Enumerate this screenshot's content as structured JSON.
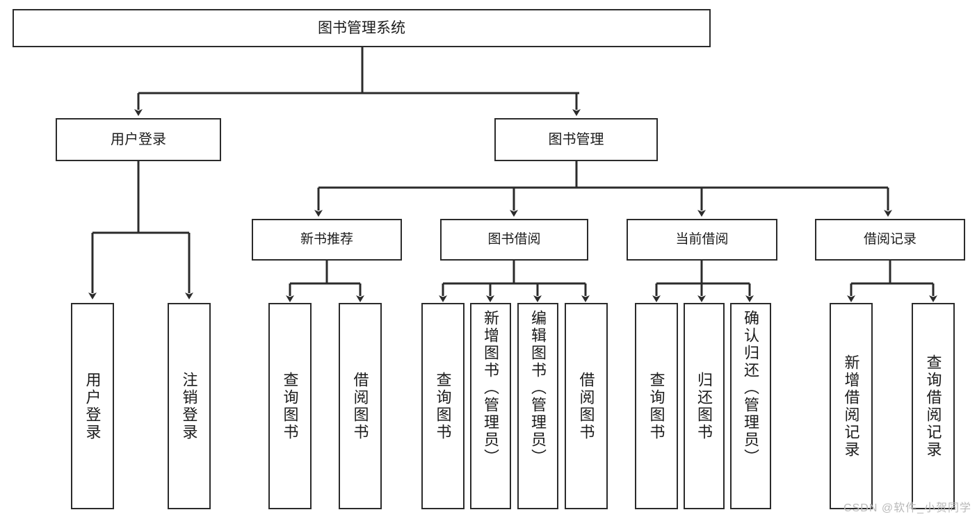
{
  "diagram": {
    "title": "图书管理系统",
    "type": "tree-hierarchy",
    "root": {
      "id": "root",
      "label": "图书管理系统"
    },
    "level1": [
      {
        "id": "user-login",
        "label": "用户登录"
      },
      {
        "id": "book-manage",
        "label": "图书管理"
      }
    ],
    "level2": [
      {
        "id": "new-book-recommend",
        "label": "新书推荐",
        "parent": "book-manage"
      },
      {
        "id": "book-borrow",
        "label": "图书借阅",
        "parent": "book-manage"
      },
      {
        "id": "current-borrow",
        "label": "当前借阅",
        "parent": "book-manage"
      },
      {
        "id": "borrow-record",
        "label": "借阅记录",
        "parent": "book-manage"
      }
    ],
    "leaves": [
      {
        "id": "leaf-user-login",
        "label": "用户登录",
        "parent": "user-login"
      },
      {
        "id": "leaf-user-logout",
        "label": "注销登录",
        "parent": "user-login"
      },
      {
        "id": "leaf-query-book-1",
        "label": "查询图书",
        "parent": "new-book-recommend"
      },
      {
        "id": "leaf-borrow-book-1",
        "label": "借阅图书",
        "parent": "new-book-recommend"
      },
      {
        "id": "leaf-query-book-2",
        "label": "查询图书",
        "parent": "book-borrow"
      },
      {
        "id": "leaf-add-book",
        "label": "新增图书（管理员）",
        "parent": "book-borrow"
      },
      {
        "id": "leaf-edit-book",
        "label": "编辑图书（管理员）",
        "parent": "book-borrow"
      },
      {
        "id": "leaf-borrow-book-2",
        "label": "借阅图书",
        "parent": "book-borrow"
      },
      {
        "id": "leaf-query-book-3",
        "label": "查询图书",
        "parent": "current-borrow"
      },
      {
        "id": "leaf-return-book",
        "label": "归还图书",
        "parent": "current-borrow"
      },
      {
        "id": "leaf-confirm-return",
        "label": "确认归还（管理员）",
        "parent": "current-borrow"
      },
      {
        "id": "leaf-add-record",
        "label": "新增借阅记录",
        "parent": "borrow-record"
      },
      {
        "id": "leaf-query-record",
        "label": "查询借阅记录",
        "parent": "borrow-record"
      }
    ]
  },
  "watermark": {
    "text": "CSDN @软件_小贺同学"
  },
  "colors": {
    "border": "#2b2b2b",
    "background": "#ffffff",
    "text": "#1b1b1b",
    "watermark": "#b9b9b9"
  }
}
